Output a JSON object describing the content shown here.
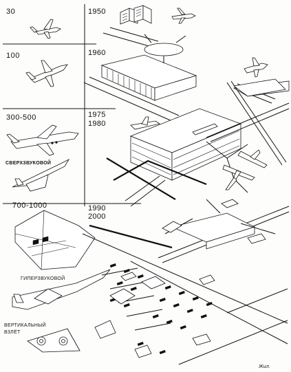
{
  "rows": [
    {
      "capacity": "30",
      "year": "1950"
    },
    {
      "capacity": "100",
      "year": "1960"
    },
    {
      "capacity": "300-500",
      "year": "1975",
      "year2": "1980"
    },
    {
      "capacity": "700-1000",
      "year": "1990",
      "year2": "2000"
    }
  ],
  "aircraft_labels": {
    "supersonic": "СВЕРХЗВУКОВОЙ",
    "hypersonic": "ГИПЕРЗВУКОВОЙ",
    "vertical_1": "ВЕРТИКАЛЬНЫЙ",
    "vertical_2": "ВЗЛЁТ"
  },
  "signature": "Жил."
}
